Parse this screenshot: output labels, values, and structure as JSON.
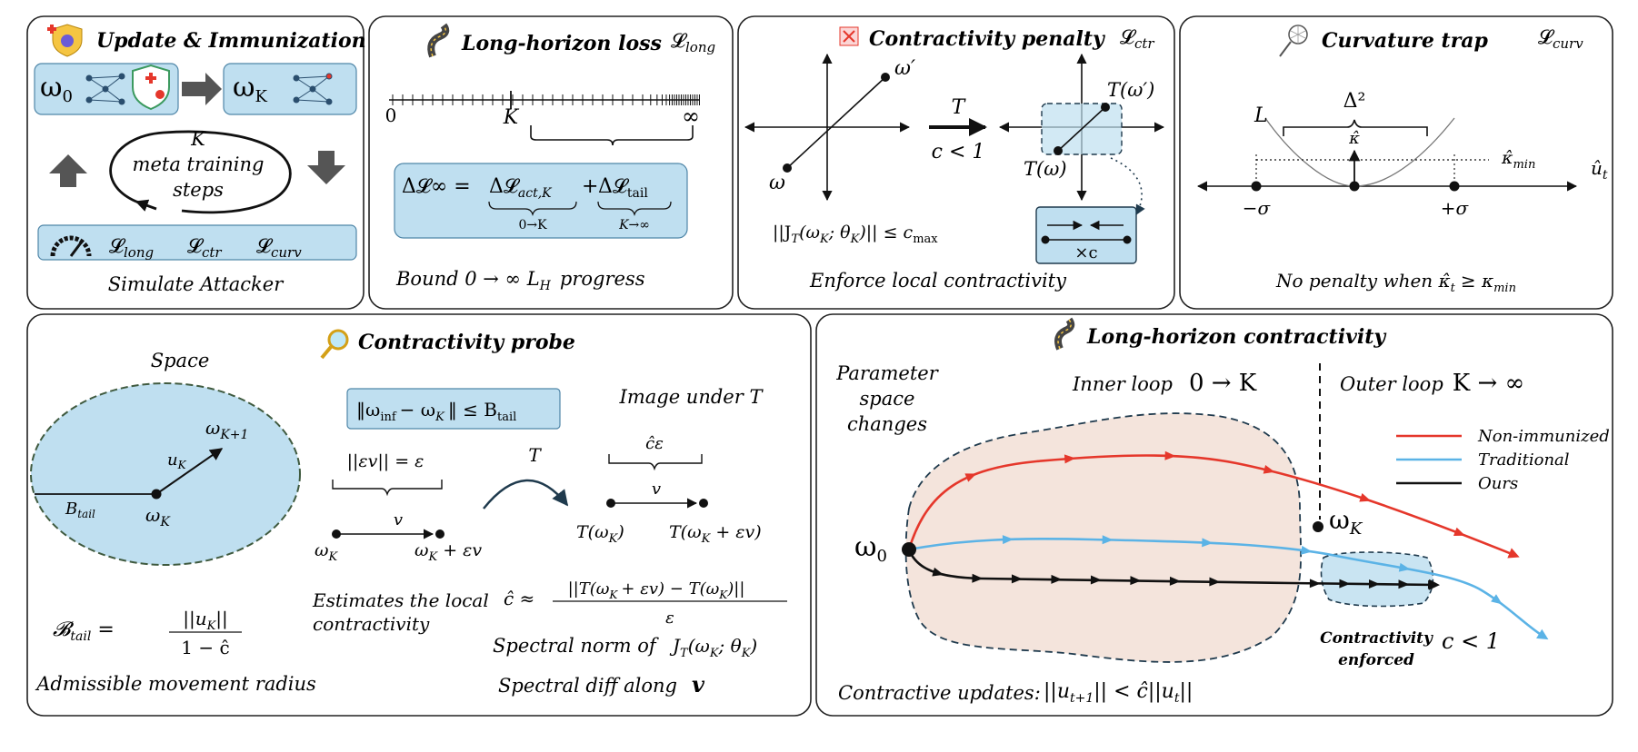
{
  "colors": {
    "panel_border": "#222222",
    "light_blue": "#bfdff0",
    "blue_box_border": "#4f86a8",
    "peach": "#f4e4dc",
    "red": "#e5372b",
    "blue": "#5bb3e6",
    "black": "#111111",
    "gray_arrow": "#555555"
  },
  "icons": {
    "update": "virus-shield-icon",
    "long_horizon": "winding-road-icon",
    "contractivity": "contract-box-icon",
    "curvature": "butterfly-net-icon",
    "probe": "magnifier-icon",
    "network": "neural-network-icon",
    "speedometer": "speedometer-icon"
  },
  "panel1": {
    "title": "Update & Immunization",
    "w0": "ω",
    "w0_sub": "0",
    "wK": "ω",
    "wK_sub": "K",
    "cycle_k": "K",
    "cycle_line2": "meta training",
    "cycle_line3": "steps",
    "loss_long": "𝓛",
    "loss_long_sub": "long",
    "loss_ctr": "𝓛",
    "loss_ctr_sub": "ctr",
    "loss_curv": "𝓛",
    "loss_curv_sub": "curv",
    "caption": "Simulate Attacker"
  },
  "panel2": {
    "title": "Long-horizon loss",
    "corner": "𝓛",
    "corner_sub": "long",
    "tick_zero": "0",
    "tick_k": "K",
    "tick_inf": "∞",
    "eq_lhs": "Δ𝓛∞ =",
    "eq_term1": "Δ𝓛",
    "eq_term1_sub": "act,K",
    "eq_plus": "+",
    "eq_term2": "Δ𝓛",
    "eq_term2_sub": "tail",
    "brace1_label": "0→K",
    "brace2_label": "K→∞",
    "caption": "Bound  0 → ∞  L",
    "caption_sub": "H",
    "caption_tail": "progress"
  },
  "panel3": {
    "title": "Contractivity penalty",
    "corner": "𝓛",
    "corner_sub": "ctr",
    "omega_prime": "ω′",
    "omega": "ω",
    "map_T": "T",
    "cond": "c < 1",
    "t_omega_prime": "T(ω′)",
    "t_omega": "T(ω)",
    "norm": "||J",
    "norm_sub": "T",
    "norm_rest": "(ω",
    "norm_rest_sub": "K",
    "norm_rest2": "; θ",
    "norm_rest2_sub": "K",
    "norm_rest3": ")|| ≤ c",
    "norm_rest3_sub": "max",
    "times_c": "×c",
    "caption": "Enforce local contractivity"
  },
  "panel4": {
    "title": "Curvature trap",
    "corner": "𝓛",
    "corner_sub": "curv",
    "curve_label": "L",
    "delta": "Δ²",
    "kappa_hat": "κ̂",
    "kappa_min": "κ̂",
    "kappa_min_sub": "min",
    "axis_label": "û",
    "axis_label_sub": "t",
    "minus_sigma": "−σ",
    "plus_sigma": "+σ",
    "caption_a": "No penalty when  κ̂",
    "caption_a_sub": "t",
    "caption_b": "≥ κ",
    "caption_b_sub": "min"
  },
  "panel5": {
    "title": "Contractivity probe",
    "space_label": "Space",
    "w_k1": "ω",
    "w_k1_sub": "K+1",
    "u_k": "u",
    "u_k_sub": "K",
    "b_tail": "B",
    "b_tail_sub": "tail",
    "w_k": "ω",
    "w_k_sub": "K",
    "radius_eq_lhs": "𝓑",
    "radius_eq_lhs_sub": "tail",
    "radius_num": "||u",
    "radius_num_sub": "K",
    "radius_num_end": "||",
    "radius_den": "1 − ĉ",
    "radius_caption": "Admissible movement radius",
    "boxed_eq_a": "‖ω",
    "boxed_eq_a_sub": "inf",
    "boxed_eq_b": "− ω",
    "boxed_eq_b_sub": "K",
    "boxed_eq_c": "‖ ≤ B",
    "boxed_eq_c_sub": "tail",
    "eps_norm": "||εv|| = ε",
    "v_label": "v",
    "left_w": "ω",
    "left_w_sub": "K",
    "right_w": "ω",
    "right_w_sub": "K",
    "right_w_tail": "+ εv",
    "t_label": "T",
    "image_title": "Image under T",
    "c_eps": "ĉε",
    "v2_label": "v",
    "img_left": "T(ω",
    "img_left_sub": "K",
    "img_left_end": ")",
    "img_right": "T(ω",
    "img_right_sub": "K",
    "img_right_end": "+ εv)",
    "estimates_line1": "Estimates the local",
    "estimates_line2": "contractivity",
    "c_hat_lhs": "ĉ ≈",
    "c_hat_num_a": "||T(ω",
    "c_hat_num_a_sub": "K",
    "c_hat_num_b": "+ εv) − T(ω",
    "c_hat_num_b_sub": "K",
    "c_hat_num_c": ")||",
    "c_hat_den": "ε",
    "spectral_norm": "Spectral norm of",
    "spectral_norm_expr": "J",
    "spectral_norm_expr_sub": "T",
    "spectral_norm_expr_rest": "(ω",
    "spectral_norm_expr_rest_sub": "K",
    "spectral_norm_expr_rest2": "; θ",
    "spectral_norm_expr_rest2_sub": "K",
    "spectral_norm_expr_end": ")",
    "spectral_diff": "Spectral  diff along",
    "spectral_diff_v": "v"
  },
  "panel6": {
    "title": "Long-horizon contractivity",
    "param_line1": "Parameter",
    "param_line2": "space",
    "param_line3": "changes",
    "inner_loop": "Inner loop",
    "inner_loop_expr": "0 → K",
    "outer_loop": "Outer loop",
    "outer_loop_expr": "K → ∞",
    "legend": [
      {
        "label": "Non-immunized",
        "color": "#e5372b"
      },
      {
        "label": "Traditional",
        "color": "#5bb3e6"
      },
      {
        "label": "Ours",
        "color": "#111111"
      }
    ],
    "w0": "ω",
    "w0_sub": "0",
    "wK": "ω",
    "wK_sub": "K",
    "enforced_line1": "Contractivity",
    "enforced_line2": "enforced",
    "c_less": "c < 1",
    "contractive_updates": "Contractive updates:",
    "contractive_expr_a": "||u",
    "contractive_expr_a_sub": "t+1",
    "contractive_expr_b": "|| < ĉ||u",
    "contractive_expr_b_sub": "t",
    "contractive_expr_c": "||"
  }
}
